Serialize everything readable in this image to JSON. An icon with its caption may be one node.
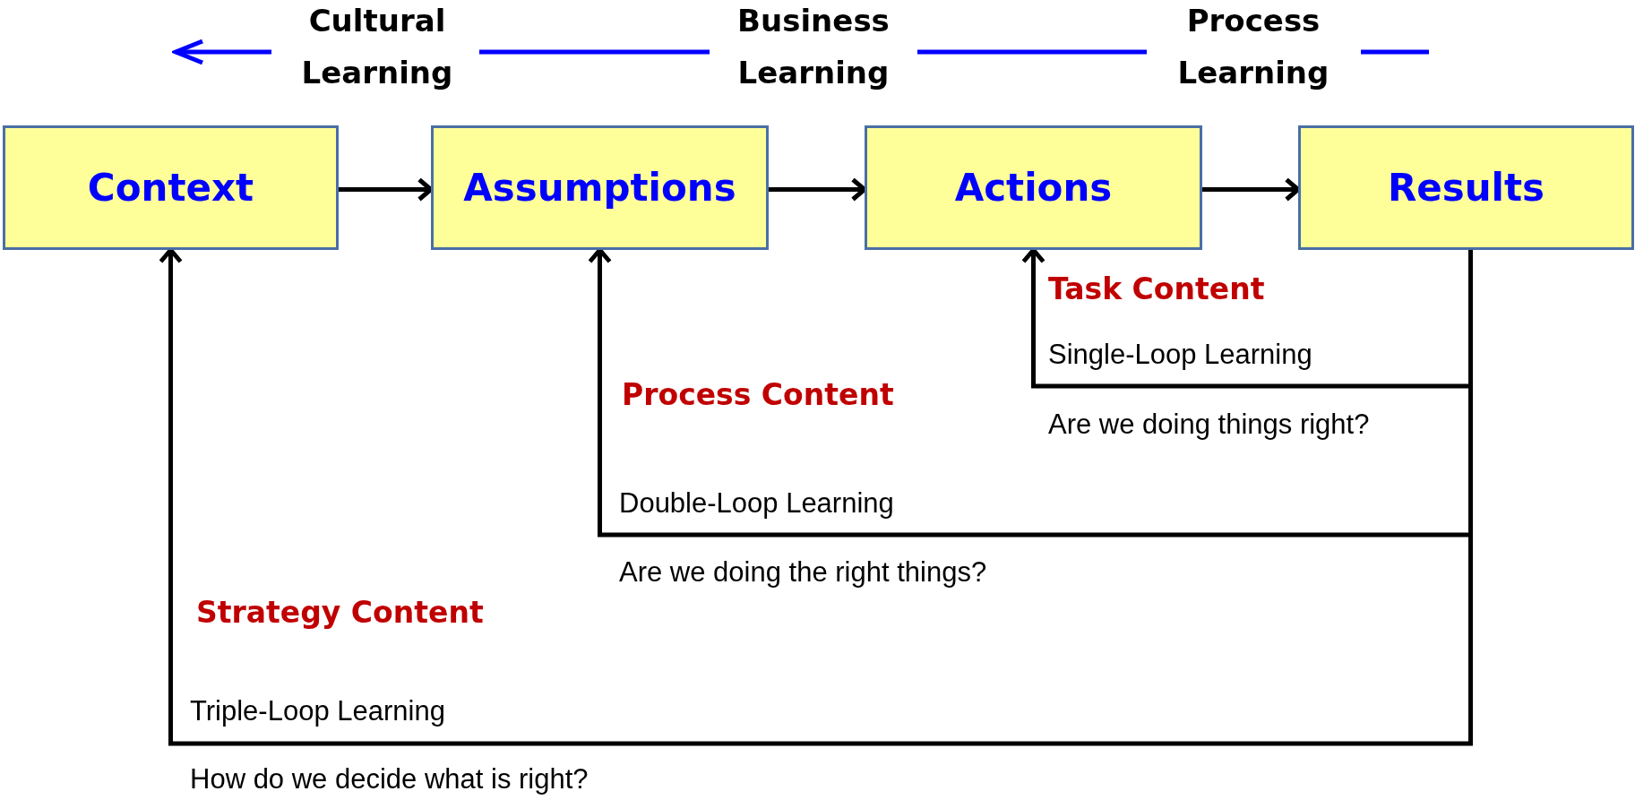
{
  "diagram": {
    "nodes": [
      {
        "text": [
          "Context"
        ]
      },
      {
        "text": [
          "Assumptions"
        ]
      },
      {
        "text": [
          "Actions"
        ]
      },
      {
        "text": [
          "Results"
        ]
      }
    ],
    "edges": [
      {
        "from": 0,
        "to": 1,
        "arrow": "to"
      },
      {
        "from": 1,
        "to": 2,
        "arrow": "to"
      },
      {
        "from": 2,
        "to": 3,
        "arrow": "to"
      },
      {
        "from": 3,
        "to": 2,
        "arrow": "to"
      },
      {
        "from": 3,
        "to": 1,
        "arrow": "to"
      },
      {
        "from": 3,
        "to": 0,
        "arrow": "to"
      }
    ],
    "labels": [
      "Cultural Learning",
      "Business Learning",
      "Process Learning",
      "Task Content",
      "Single-Loop Learning",
      "Process Content",
      "Are we doing things right?",
      "Double-Loop Learning",
      "Are we doing the right things?",
      "Strategy Content",
      "Triple-Loop Learning",
      "How do we decide what is right?"
    ]
  }
}
